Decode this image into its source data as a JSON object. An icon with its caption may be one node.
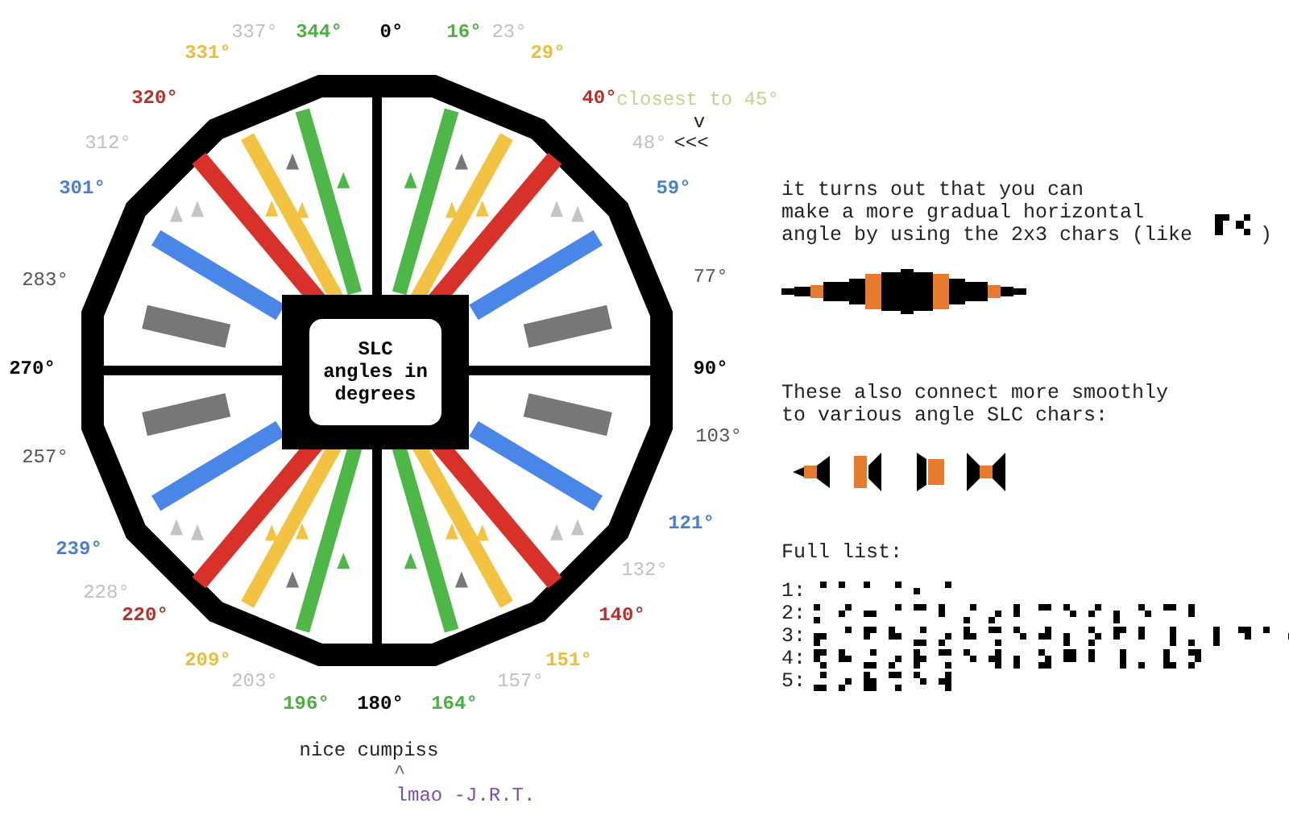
{
  "diagram": {
    "nodes": [
      {
        "text": [
          "SLC angles in degrees"
        ]
      }
    ],
    "labels": [
      "337°",
      "344°",
      "0°",
      "16°",
      "23°",
      "331°",
      "29°",
      "320°",
      "40°",
      "closest to 45°",
      "v",
      "312°",
      "48°",
      "<<<",
      "301°",
      "59°",
      "it turns out that you can",
      "make a more gradual horizontal",
      "angle by using the 2x3 chars (like",
      ")",
      "283°",
      "77°",
      "270°",
      "90°",
      "These also connect more smoothly to various angle SLC chars:",
      "103°",
      "257°",
      "121°",
      "239°",
      "Full list:",
      "132°",
      "228°",
      "1:",
      "220°",
      "140°",
      "2:",
      "3:",
      "209°",
      "151°",
      "4:",
      "203°",
      "157°",
      "5:",
      "196°",
      "180°",
      "164°",
      "nice cumpiss",
      "^",
      "lmao -J.R.T."
    ]
  }
}
